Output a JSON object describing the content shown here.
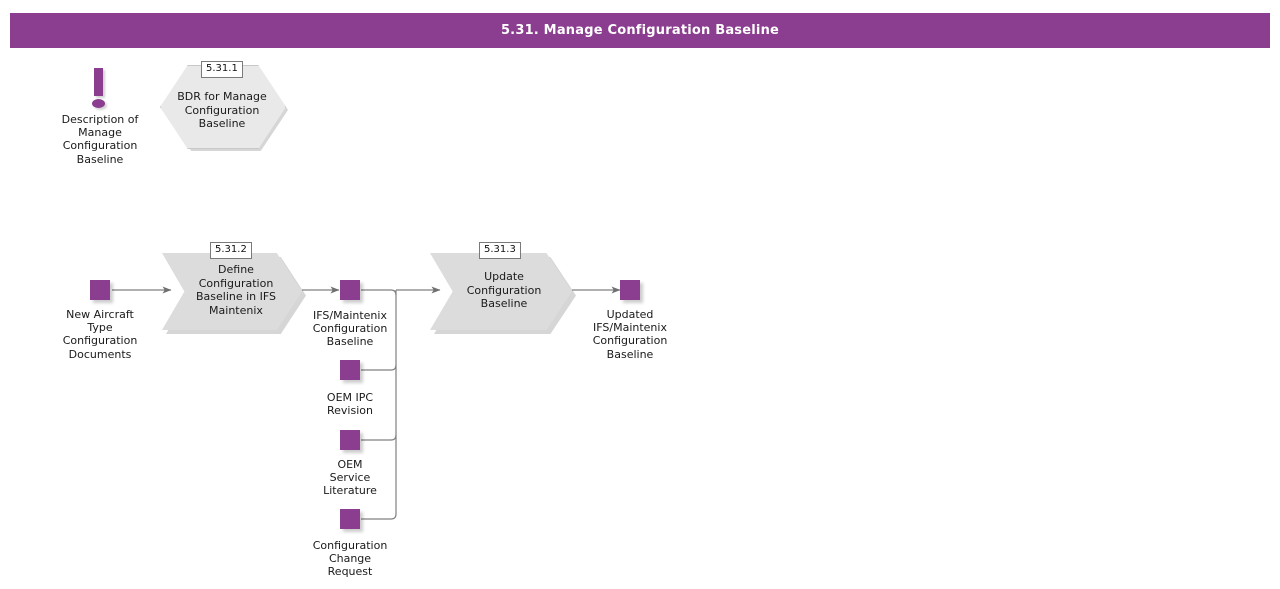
{
  "header": {
    "title": "5.31. Manage Configuration Baseline",
    "background_color": "#8b3d8f",
    "text_color": "#ffffff"
  },
  "palette": {
    "accent_purple": "#8b3d8f",
    "shape_gray": "#dcdcdc",
    "hexagon_gray": "#e9e9e9",
    "connector_gray": "#808080",
    "page_background": "#ffffff"
  },
  "description": {
    "icon": "exclamation-icon",
    "label": "Description of\nManage\nConfiguration\nBaseline"
  },
  "shapes": {
    "bdr": {
      "id": "5.31.1",
      "label": "BDR for Manage\nConfiguration\nBaseline",
      "type": "hexagon"
    },
    "define_baseline": {
      "id": "5.31.2",
      "label": "Define\nConfiguration\nBaseline in IFS\nMaintenix",
      "type": "chevron"
    },
    "update_baseline": {
      "id": "5.31.3",
      "label": "Update\nConfiguration\nBaseline",
      "type": "chevron"
    }
  },
  "data_objects": [
    {
      "key": "new_aircraft_type_docs",
      "label": "New Aircraft\nType\nConfiguration\nDocuments"
    },
    {
      "key": "ifs_maintenix_config_baseline",
      "label": "IFS/Maintenix\nConfiguration\nBaseline"
    },
    {
      "key": "oem_ipc_revision",
      "label": "OEM IPC\nRevision"
    },
    {
      "key": "oem_service_literature",
      "label": "OEM\nService\nLiterature"
    },
    {
      "key": "configuration_change_request",
      "label": "Configuration\nChange\nRequest"
    },
    {
      "key": "updated_ifs_maintenix_config_baseline",
      "label": "Updated\nIFS/Maintenix\nConfiguration\nBaseline"
    }
  ]
}
